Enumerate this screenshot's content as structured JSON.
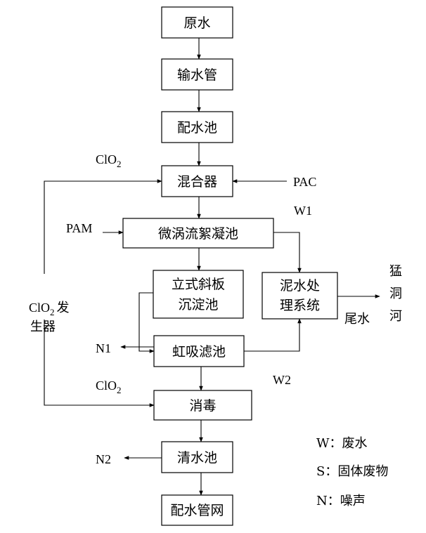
{
  "nodes": {
    "raw_water": "原水",
    "pipeline": "输水管",
    "distribution_tank": "配水池",
    "mixer": "混合器",
    "flocculation": "微涡流絮凝池",
    "sediment_line1": "立式斜板",
    "sediment_line2": "沉淀池",
    "siphon_filter": "虹吸滤池",
    "sludge_line1": "泥水处",
    "sludge_line2": "理系统",
    "disinfection": "消毒",
    "clear_water": "清水池",
    "network": "配水管网"
  },
  "labels": {
    "clo2_top_base": "ClO",
    "clo2_top_sub": "2",
    "clo2_mid_base": "ClO",
    "clo2_mid_sub": "2",
    "generator_base": "ClO",
    "generator_sub": "2",
    "generator_tail": "发",
    "generator_line2": "生器",
    "pac": "PAC",
    "pam": "PAM",
    "w1": "W1",
    "w2": "W2",
    "n1": "N1",
    "n2": "N2",
    "tail_water": "尾水",
    "river_1": "猛",
    "river_2": "洞",
    "river_3": "河"
  },
  "legend": [
    "W：废水",
    "S：固体废物",
    "N：噪声"
  ]
}
